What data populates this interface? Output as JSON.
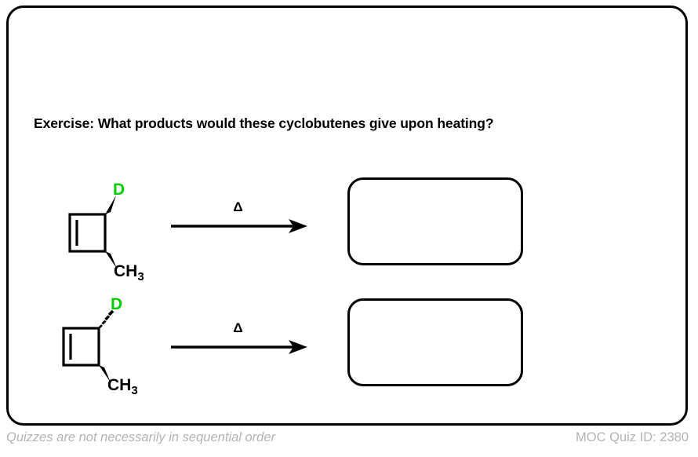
{
  "card": {
    "question": "Exercise: What products would these cyclobutenes give upon heating?"
  },
  "colors": {
    "deuterium_green": "#00cc00",
    "structure_black": "#000000",
    "footer_gray": "#b3b3b3",
    "frame_black": "#000000"
  },
  "reactions": [
    {
      "id": "reaction-1",
      "reactant": {
        "name": "cis-3-deuterio-4-methylcyclobutene",
        "ring": "cyclobutene",
        "substituents": [
          {
            "label": "D",
            "bond": "wedge",
            "color": "#00cc00",
            "position": "top-right"
          },
          {
            "label": "CH",
            "subscript": "3",
            "bond": "wedge",
            "color": "#000000",
            "position": "bottom-right"
          }
        ]
      },
      "arrow": {
        "label": "Δ",
        "direction": "right"
      },
      "product_box": {
        "value": "",
        "placeholder": ""
      }
    },
    {
      "id": "reaction-2",
      "reactant": {
        "name": "trans-3-deuterio-4-methylcyclobutene",
        "ring": "cyclobutene",
        "substituents": [
          {
            "label": "D",
            "bond": "hash",
            "color": "#00cc00",
            "position": "top-right"
          },
          {
            "label": "CH",
            "subscript": "3",
            "bond": "wedge",
            "color": "#000000",
            "position": "bottom-right"
          }
        ]
      },
      "arrow": {
        "label": "Δ",
        "direction": "right"
      },
      "product_box": {
        "value": "",
        "placeholder": ""
      }
    }
  ],
  "footer": {
    "note": "Quizzes are not necessarily in sequential order",
    "quiz_id_label": "MOC Quiz ID: 2380"
  }
}
